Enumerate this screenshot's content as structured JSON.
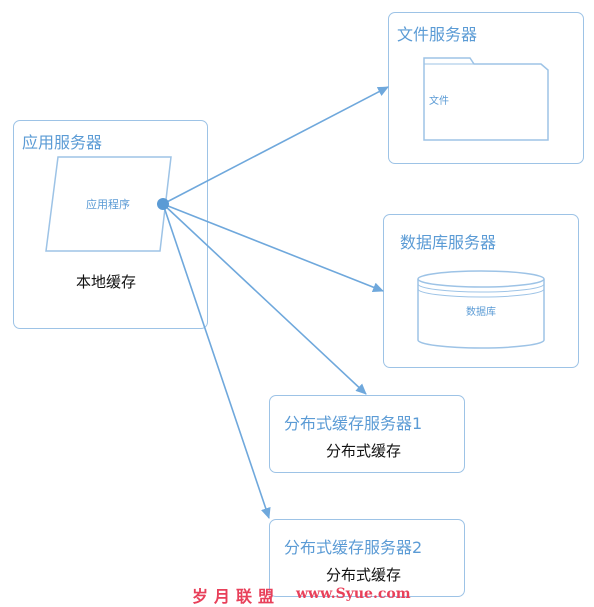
{
  "app_server": {
    "title": "应用服务器",
    "program_label": "应用程序",
    "cache_label": "本地缓存"
  },
  "file_server": {
    "title": "文件服务器",
    "file_label": "文件"
  },
  "db_server": {
    "title": "数据库服务器",
    "db_label": "数据库"
  },
  "cache_server_1": {
    "title": "分布式缓存服务器1",
    "content": "分布式缓存"
  },
  "cache_server_2": {
    "title": "分布式缓存服务器2",
    "content": "分布式缓存"
  },
  "watermark": {
    "text": "岁月联盟",
    "url": "www.Syue.com"
  },
  "colors": {
    "line": "#6fa8dc",
    "border": "#9dc3e6",
    "accent": "#5b9bd5",
    "watermark": "#e8405a"
  }
}
